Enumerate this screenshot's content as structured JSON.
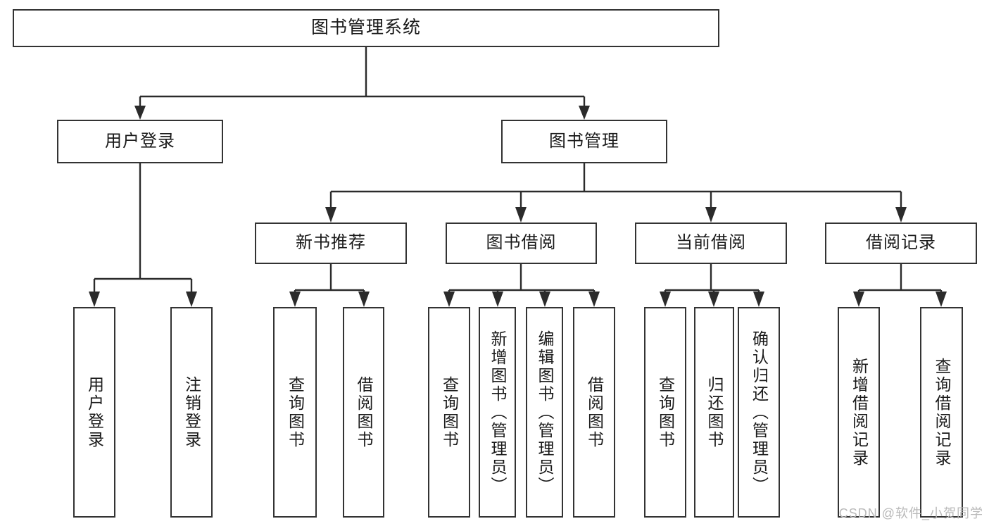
{
  "diagram": {
    "title": "图书管理系统",
    "type": "tree",
    "watermark": "CSDN @软件_小贺同学",
    "levels": {
      "root": {
        "label": "图书管理系统"
      },
      "level2": [
        {
          "label": "用户登录"
        },
        {
          "label": "图书管理"
        }
      ],
      "level3": [
        {
          "label": "新书推荐"
        },
        {
          "label": "图书借阅"
        },
        {
          "label": "当前借阅"
        },
        {
          "label": "借阅记录"
        }
      ],
      "leaves": [
        {
          "label": "用户登录",
          "parent": "用户登录"
        },
        {
          "label": "注销登录",
          "parent": "用户登录"
        },
        {
          "label": "查询图书",
          "parent": "新书推荐"
        },
        {
          "label": "借阅图书",
          "parent": "新书推荐"
        },
        {
          "label": "查询图书",
          "parent": "图书借阅"
        },
        {
          "label": "新增图书（管理员）",
          "parent": "图书借阅"
        },
        {
          "label": "编辑图书（管理员）",
          "parent": "图书借阅"
        },
        {
          "label": "借阅图书",
          "parent": "图书借阅"
        },
        {
          "label": "查询图书",
          "parent": "当前借阅"
        },
        {
          "label": "归还图书",
          "parent": "当前借阅"
        },
        {
          "label": "确认归还（管理员）",
          "parent": "当前借阅"
        },
        {
          "label": "新增借阅记录",
          "parent": "借阅记录"
        },
        {
          "label": "查询借阅记录",
          "parent": "借阅记录"
        }
      ]
    },
    "colors": {
      "border": "#333333",
      "line": "#2b2b2b",
      "background": "#ffffff",
      "text": "#1a1a1a",
      "watermark": "#b9b9b9"
    }
  }
}
